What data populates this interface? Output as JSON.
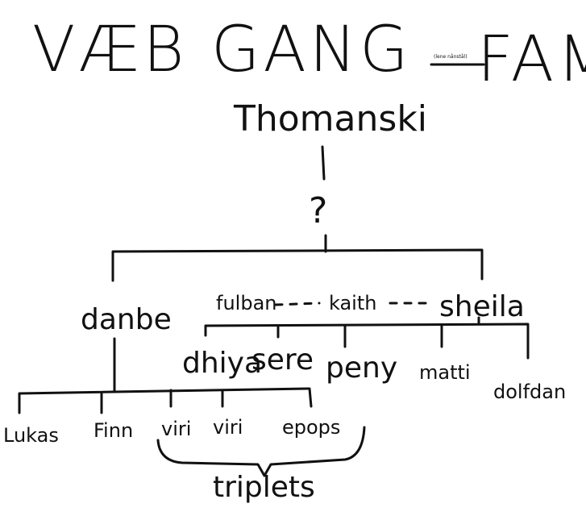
{
  "title": {
    "part1": "VÆB",
    "part2": "GANG",
    "small_note": "(lene nånstål)",
    "part3": "FAM"
  },
  "root": {
    "name": "Thomanski",
    "question": "?"
  },
  "generation2": {
    "left": "danbe",
    "middle_left": "fulban",
    "middle": "kaith",
    "right": "sheila"
  },
  "generation3_right": [
    "dhiya",
    "sere",
    "peny",
    "matti",
    "dolfdan"
  ],
  "generation3_left": [
    "Lukas",
    "Finn",
    "viri",
    "viri",
    "epops"
  ],
  "group_label": "triplets"
}
